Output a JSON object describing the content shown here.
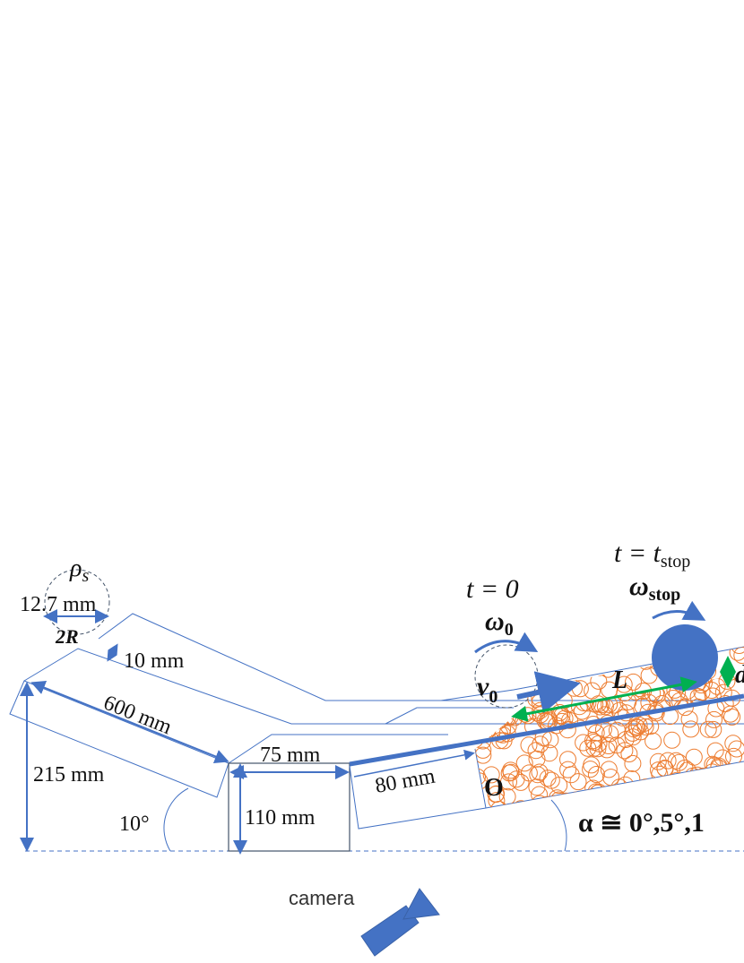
{
  "colors": {
    "apparatus": "#4472c4",
    "grains": "#ed7d31",
    "measure": "#00b050",
    "text": "#111111"
  },
  "labels": {
    "density": "ρ",
    "density_sub": "s",
    "diameter_value": "12.7 mm",
    "diameter_symbol": "2R",
    "gap": "10 mm",
    "ramp_length": "600 mm",
    "ramp_height": "215 mm",
    "ramp_angle": "10°",
    "box_width": "75 mm",
    "box_height": "110 mm",
    "tube_section": "80 mm",
    "origin": "O",
    "t0": "t = 0",
    "omega0": "ω",
    "omega0_sub": "0",
    "v0": "v",
    "v0_sub": "0",
    "tstop": "t = t",
    "tstop_sub": "stop",
    "omega_stop": "ω",
    "omega_stop_sub": "stop",
    "L": "L",
    "depth": "d",
    "alpha": "α ≅ 0°,5°,1",
    "camera": "camera"
  },
  "icons": {
    "camera": "camera-icon",
    "ball": "sphere"
  }
}
